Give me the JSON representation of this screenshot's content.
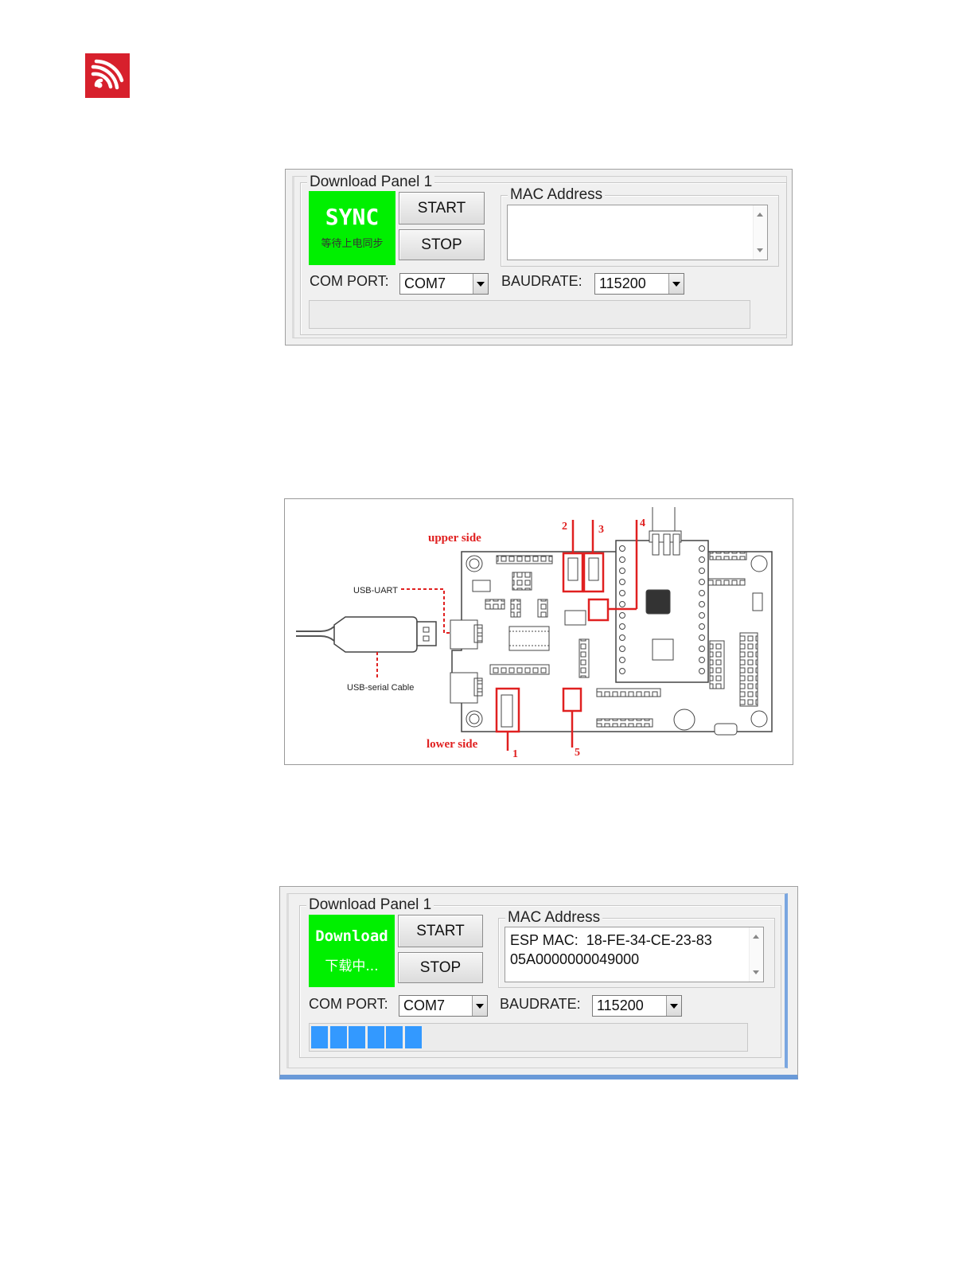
{
  "panel1": {
    "title": "Download Panel 1",
    "status_main": "SYNC",
    "status_sub": "等待上电同步",
    "status_color": "#00f000",
    "start_label": "START",
    "stop_label": "STOP",
    "mac_title": "MAC Address",
    "mac_lines": [
      "",
      ""
    ],
    "com_label": "COM PORT:",
    "com_value": "COM7",
    "baud_label": "BAUDRATE:",
    "baud_value": "115200",
    "progress_segments": 0
  },
  "board": {
    "upper_side": "upper side",
    "lower_side": "lower side",
    "usb_uart": "USB-UART",
    "usb_cable": "USB-serial Cable",
    "markers": [
      "1",
      "2",
      "3",
      "4",
      "5"
    ],
    "highlight_color": "#e02020"
  },
  "panel2": {
    "title": "Download Panel 1",
    "status_main": "Download",
    "status_sub": "下载中...",
    "status_color": "#00f000",
    "start_label": "START",
    "stop_label": "STOP",
    "mac_title": "MAC Address",
    "mac_lines": [
      "ESP MAC:  18-FE-34-CE-23-83",
      "05A0000000049000"
    ],
    "com_label": "COM PORT:",
    "com_value": "COM7",
    "baud_label": "BAUDRATE:",
    "baud_value": "115200",
    "progress_segments": 6,
    "progress_color": "#3399ff"
  }
}
